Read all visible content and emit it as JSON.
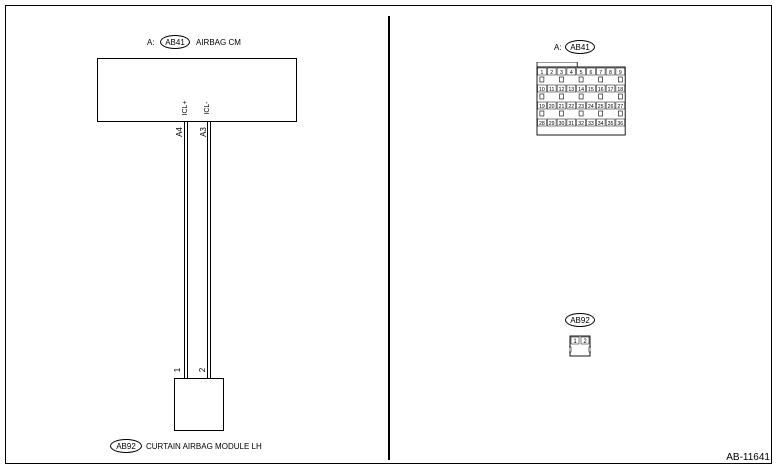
{
  "left": {
    "ecm": {
      "prefix": "A:",
      "connector": "AB41",
      "name": "AIRBAG CM",
      "pins": [
        {
          "signal": "ICL+",
          "terminal": "A4"
        },
        {
          "signal": "ICL-",
          "terminal": "A3"
        }
      ]
    },
    "module": {
      "connector": "AB92",
      "name": "CURTAIN AIRBAG MODULE LH",
      "pins": [
        "1",
        "2"
      ]
    }
  },
  "right": {
    "connector_a": {
      "prefix": "A:",
      "name": "AB41",
      "rows": [
        [
          "1",
          "2",
          "3",
          "4",
          "5",
          "6",
          "7",
          "8",
          "9"
        ],
        [
          "10",
          "11",
          "12",
          "13",
          "14",
          "15",
          "16",
          "17",
          "18"
        ],
        [
          "19",
          "20",
          "21",
          "22",
          "23",
          "24",
          "25",
          "26",
          "27"
        ],
        [
          "28",
          "29",
          "30",
          "31",
          "32",
          "33",
          "34",
          "35",
          "36"
        ]
      ]
    },
    "connector_b": {
      "name": "AB92",
      "pins": [
        "1",
        "2"
      ]
    }
  },
  "footer": {
    "code": "AB-11641"
  }
}
